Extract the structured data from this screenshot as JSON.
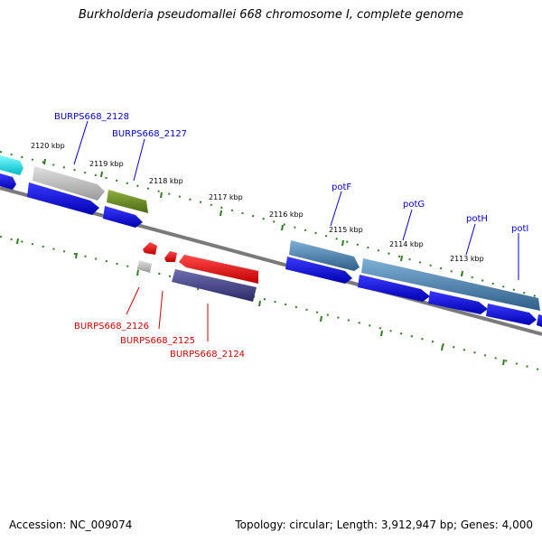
{
  "title": "Burkholderia pseudomallei 668 chromosome I, complete genome",
  "footer": {
    "accession": "Accession: NC_009074",
    "summary": "Topology: circular; Length: 3,912,947 bp; Genes: 4,000"
  },
  "ticks": [
    {
      "label": "2120 kbp"
    },
    {
      "label": "2119 kbp"
    },
    {
      "label": "2118 kbp"
    },
    {
      "label": "2117 kbp"
    },
    {
      "label": "2116 kbp"
    },
    {
      "label": "2115 kbp"
    },
    {
      "label": "2114 kbp"
    },
    {
      "label": "2113 kbp"
    }
  ],
  "genes_forward": [
    {
      "label": "BURPS668_2128"
    },
    {
      "label": "BURPS668_2127"
    },
    {
      "label": "potF"
    },
    {
      "label": "potG"
    },
    {
      "label": "potH"
    },
    {
      "label": "potI"
    }
  ],
  "genes_reverse": [
    {
      "label": "BURPS668_2126"
    },
    {
      "label": "BURPS668_2125"
    },
    {
      "label": "BURPS668_2124"
    }
  ],
  "colors": {
    "backbone": "#808080",
    "tick": "#2e7d1e",
    "cds": "#0000ee",
    "gene_grey": "#bdbdbd",
    "gene_olive": "#6b8e23",
    "gene_red": "#ff0000",
    "gene_purple": "#4b4a8a",
    "gene_steelblue": "#4f86b0",
    "gene_cyan": "#00e5ee"
  }
}
